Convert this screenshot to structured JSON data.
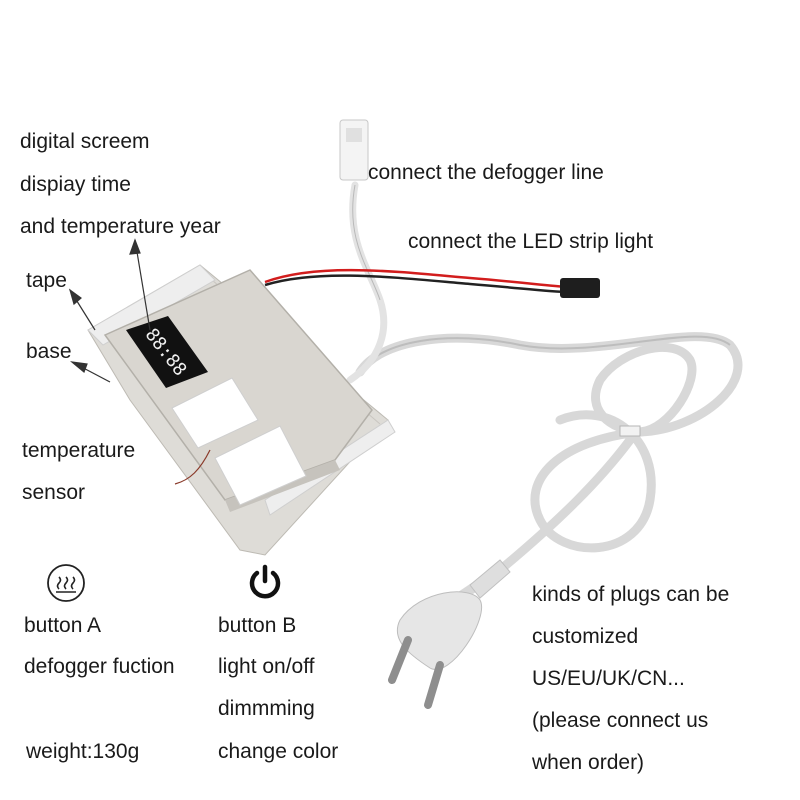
{
  "labels": {
    "screen_1": "digital screem",
    "screen_2": "dispiay time",
    "screen_3": "and temperature year",
    "tape": "tape",
    "base": "base",
    "sensor_1": "temperature",
    "sensor_2": "sensor",
    "defogger_line": "connect the defogger line",
    "led_strip": "connect the LED strip light",
    "button_a": "button A",
    "button_a_func": "defogger fuction",
    "weight": "weight:130g",
    "button_b": "button B",
    "button_b_1": "light on/off",
    "button_b_2": "dimmming",
    "button_b_3": "change color",
    "plugs_1": "kinds of plugs can be",
    "plugs_2": "customized",
    "plugs_3": "US/EU/UK/CN...",
    "plugs_4": "(please connect us",
    "plugs_5": "when order)"
  },
  "display": {
    "digits": "88:88"
  },
  "icons": {
    "button_a": "defogger-heat-icon",
    "button_b": "power-icon"
  },
  "colors": {
    "device": "#d9d6d0",
    "display": "#111111",
    "red_wire": "#d21d1d",
    "cable": "#dcdcdc"
  }
}
